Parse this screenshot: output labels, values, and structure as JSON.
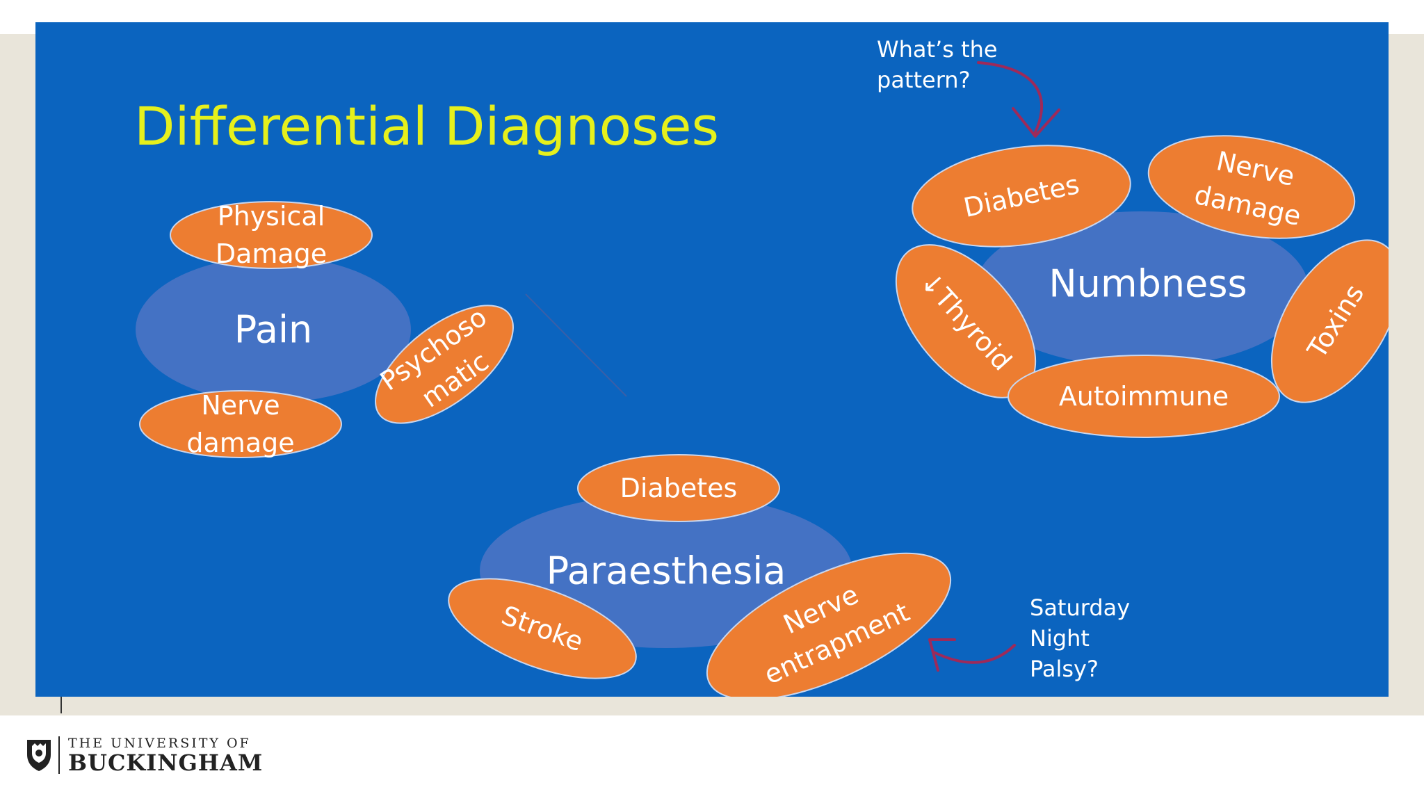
{
  "slide": {
    "title": "Differential Diagnoses",
    "note_pattern": [
      "What’s the",
      "pattern?"
    ],
    "note_saturday": [
      "Saturday",
      "Night",
      "Palsy?"
    ]
  },
  "clusters": {
    "pain": {
      "center": "Pain",
      "physical_damage": [
        "Physical",
        "Damage"
      ],
      "psychosomatic": [
        "Psychoso",
        "matic"
      ],
      "nerve_damage": [
        "Nerve",
        "damage"
      ]
    },
    "paraesthesia": {
      "center": "Paraesthesia",
      "diabetes": "Diabetes",
      "stroke": "Stroke",
      "nerve_entrapment": [
        "Nerve",
        "entrapment"
      ]
    },
    "numbness": {
      "center": "Numbness",
      "diabetes": "Diabetes",
      "nerve_damage": [
        "Nerve",
        "damage"
      ],
      "thyroid": "↓Thyroid",
      "toxins": "Toxins",
      "autoimmune": "Autoimmune"
    }
  },
  "footer": {
    "line1": "THE UNIVERSITY OF",
    "line2": "BUCKINGHAM"
  },
  "colors": {
    "slide_background": "#0b64bf",
    "center_ellipse": "#4472c4",
    "bubble": "#ed7d31",
    "title": "#e6f01c",
    "arrow": "#9e2a5a"
  }
}
